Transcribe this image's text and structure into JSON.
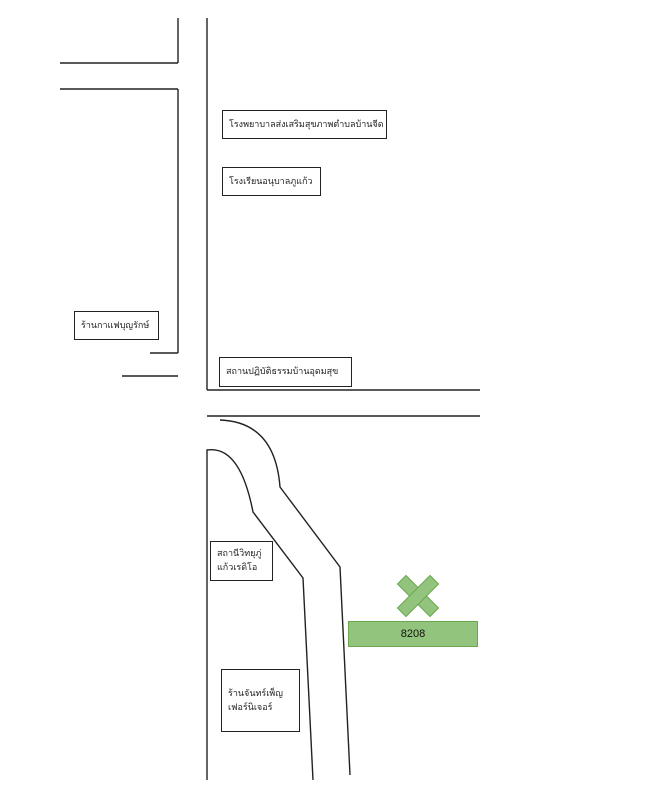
{
  "map": {
    "places": {
      "hospital": "โรงพยาบาลส่งเสริมสุขภาพตำบลบ้านจีด",
      "kindergarten": "โรงเรียนอนุบาลภูแก้ว",
      "cafe": "ร้านกาแฟบุญรักษ์",
      "practice_center": "สถานปฏิบัติธรรมบ้านอุดมสุข",
      "radio_line1": "สถานีวิทยุภู่",
      "radio_line2": "แก้วเรดิโอ",
      "furniture_line1": "ร้านจันทร์เพ็ญ",
      "furniture_line2": "เฟอร์นิเจอร์"
    },
    "target_label": "8208",
    "colors": {
      "road_line": "#222222",
      "target_fill": "#93c47d",
      "marker_fill": "#93c47d",
      "marker_stroke": "#6aa84f"
    },
    "icons": {
      "marker": "x-mark-icon"
    }
  }
}
